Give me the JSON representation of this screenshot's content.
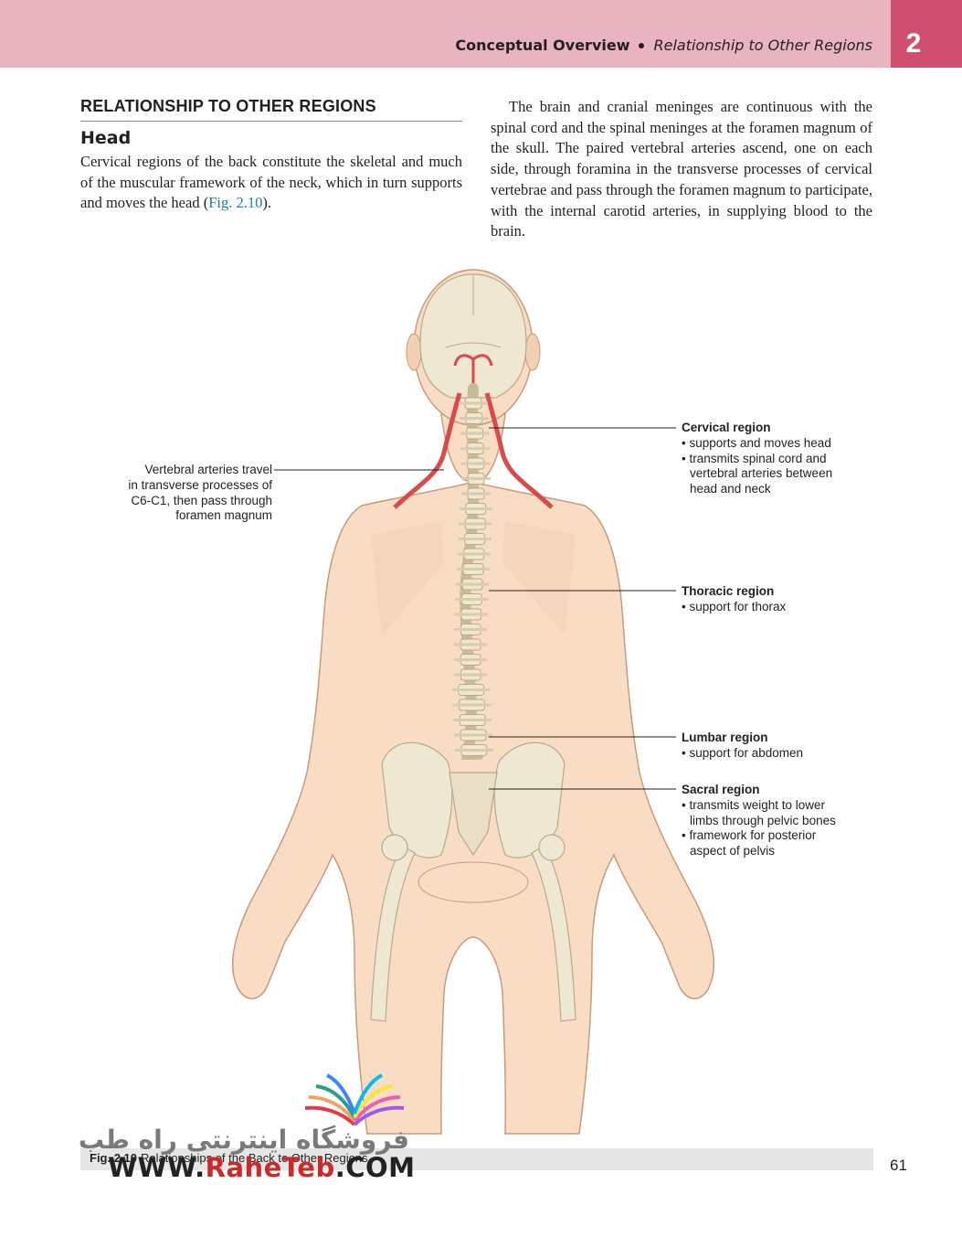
{
  "header": {
    "section": "Conceptual Overview",
    "title": "Relationship to Other Regions",
    "chapter": "2",
    "band_color": "#e8b4c0",
    "tab_color": "#cf4f6e"
  },
  "left_column": {
    "section_title": "RELATIONSHIP TO OTHER REGIONS",
    "subheading": "Head",
    "para_text": "Cervical regions of the back constitute the skeletal and much of the muscular framework of the neck, which in turn supports and moves the head (",
    "para_ref": "Fig. 2.10",
    "para_end": ")."
  },
  "right_column": {
    "para": "The brain and cranial meninges are continuous with the spinal cord and the spinal meninges at the foramen magnum of the skull. The paired vertebral arteries ascend, one on each side, through foramina in the transverse processes of cervical vertebrae and pass through the foramen magnum to participate, with the internal carotid arteries, in supplying blood to the brain."
  },
  "figure": {
    "labels": {
      "vertebral": [
        "Vertebral arteries travel",
        "in transverse processes of",
        "C6-C1, then pass through",
        "foramen magnum"
      ],
      "cervical": {
        "title": "Cervical region",
        "items": [
          "• supports and moves head",
          "• transmits spinal cord and vertebral arteries between head and neck"
        ]
      },
      "thoracic": {
        "title": "Thoracic region",
        "items": [
          "• support for thorax"
        ]
      },
      "lumbar": {
        "title": "Lumbar region",
        "items": [
          "• support for abdomen"
        ]
      },
      "sacral": {
        "title": "Sacral region",
        "items": [
          "• transmits weight to lower limbs through pelvic bones",
          "• framework for posterior aspect of pelvis"
        ]
      }
    },
    "colors": {
      "skin": "#f8dcc4",
      "skin_outline": "#c9997c",
      "bone": "#eee7d2",
      "artery": "#d94a4a"
    }
  },
  "caption": {
    "figure": "Fig. 2.10",
    "text": "Relationships of the Back to Other Regions"
  },
  "page_number": "61",
  "watermark": {
    "persian": "فروشگاه اینترنتی راه طب",
    "url_prefix": "WWW.",
    "url_brand": "RaheTeb",
    "url_suffix": ".COM"
  }
}
